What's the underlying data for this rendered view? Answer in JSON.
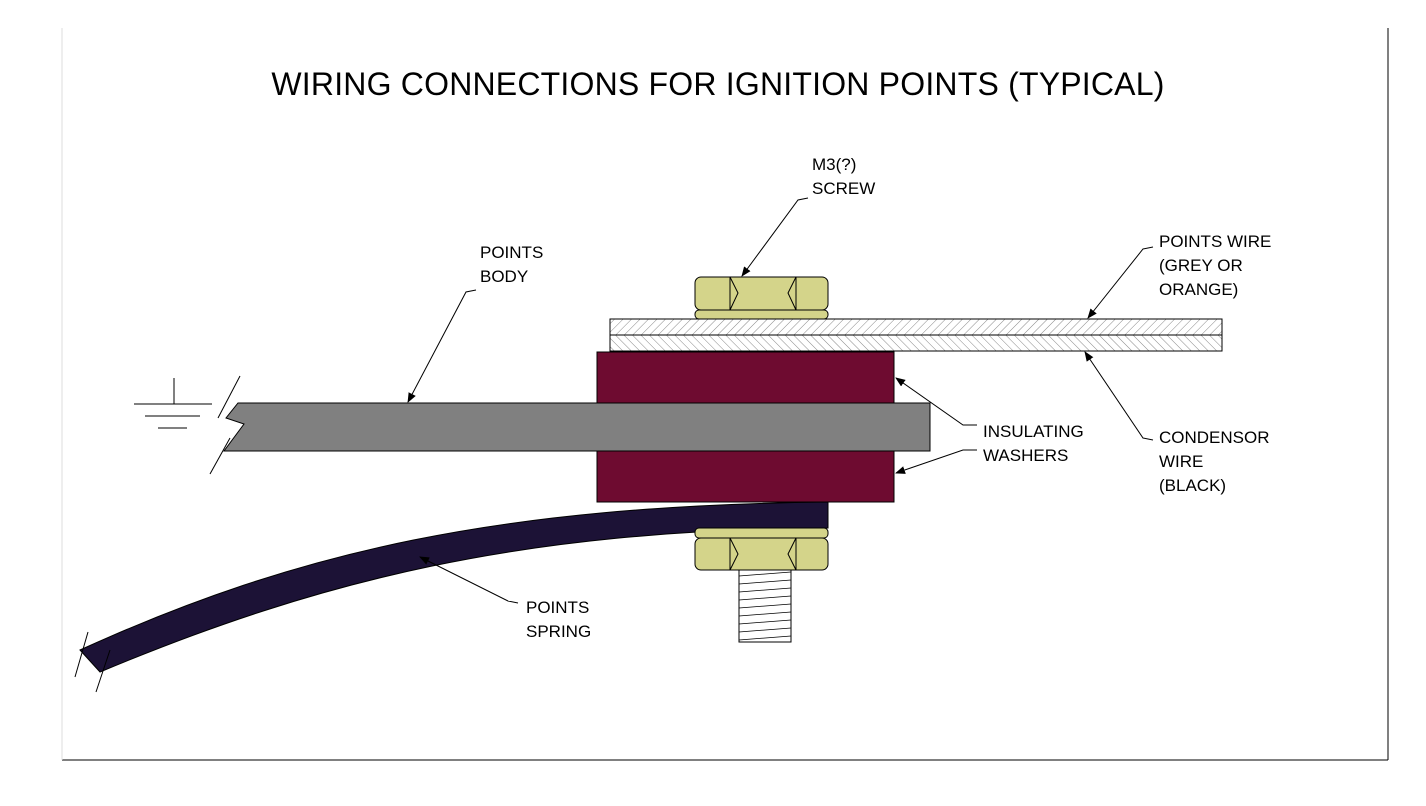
{
  "title": "WIRING CONNECTIONS FOR IGNITION POINTS (TYPICAL)",
  "labels": {
    "screw": [
      "M3(?)",
      "SCREW"
    ],
    "points_body": [
      "POINTS",
      "BODY"
    ],
    "points_wire": [
      "POINTS WIRE",
      "(GREY OR",
      "ORANGE)"
    ],
    "insulating_washers": [
      "INSULATING",
      "WASHERS"
    ],
    "condensor_wire": [
      "CONDENSOR",
      "WIRE",
      "(BLACK)"
    ],
    "points_spring": [
      "POINTS",
      "SPRING"
    ]
  },
  "colors": {
    "washer": "#6e0b30",
    "body": "#808080",
    "spring": "#1c1236",
    "nut": "#d4d48a",
    "outline": "#000000"
  }
}
